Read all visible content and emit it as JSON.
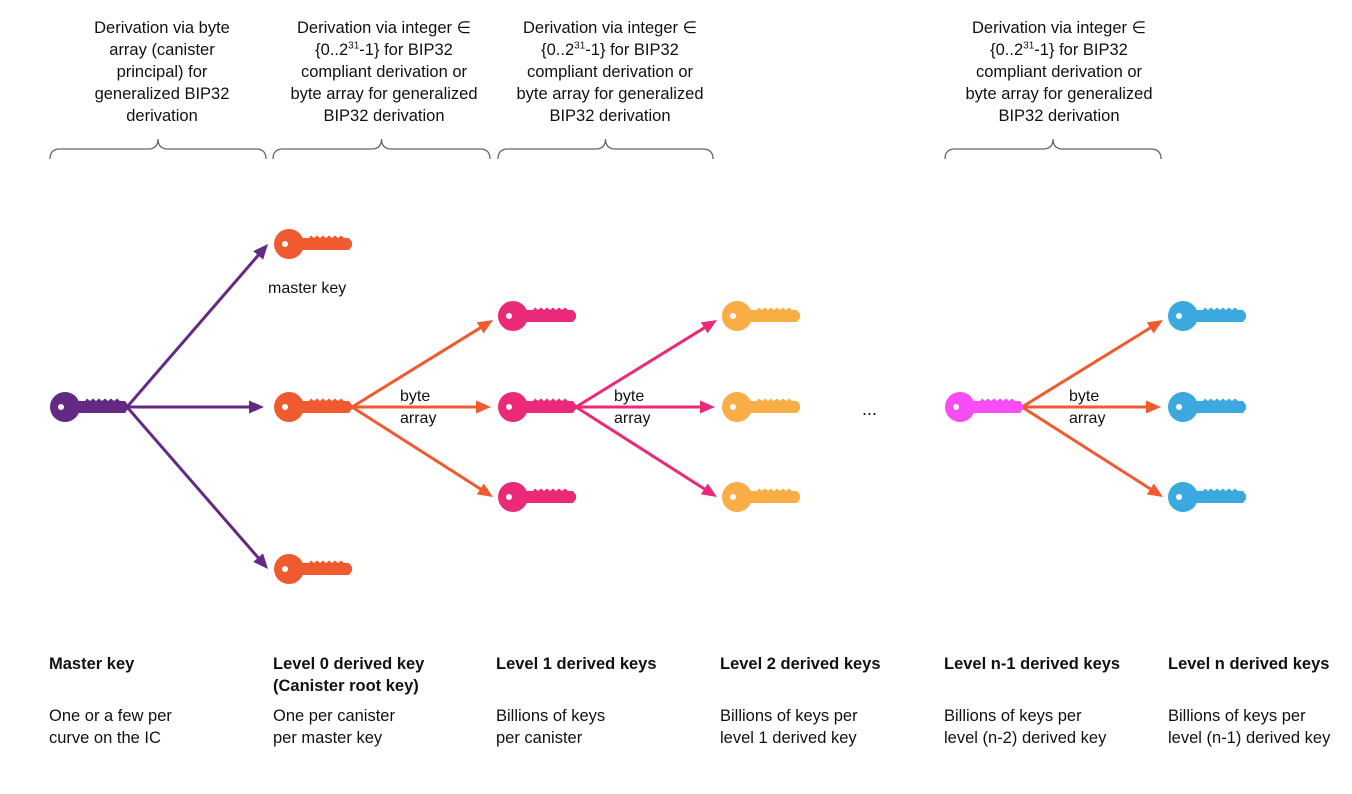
{
  "headers": [
    {
      "lines": [
        "Derivation via byte",
        "array (canister",
        "principal) for",
        "generalized BIP32",
        "derivation"
      ]
    },
    {
      "lines": [
        "Derivation via integer ∈",
        "{0..2|31|-1} for BIP32",
        "compliant derivation or",
        "byte array for generalized",
        "BIP32 derivation"
      ]
    },
    {
      "lines": [
        "Derivation via integer ∈",
        "{0..2|31|-1} for BIP32",
        "compliant derivation or",
        "byte array for generalized",
        "BIP32 derivation"
      ]
    },
    {
      "lines": [
        "Derivation via integer ∈",
        "{0..2|31|-1} for BIP32",
        "compliant derivation or",
        "byte array for generalized",
        "BIP32 derivation"
      ]
    }
  ],
  "labels": {
    "master_key": "master key",
    "byte_array": [
      "byte",
      "array"
    ],
    "ellipsis": "..."
  },
  "columns": [
    {
      "title": [
        "Master key"
      ],
      "desc": [
        "One or a few per",
        "curve on the IC"
      ]
    },
    {
      "title": [
        "Level 0 derived key",
        "(Canister root key)"
      ],
      "desc": [
        "One per canister",
        "per master key"
      ]
    },
    {
      "title": [
        "Level 1 derived keys"
      ],
      "desc": [
        "Billions of keys",
        "per canister"
      ]
    },
    {
      "title": [
        "Level 2 derived keys"
      ],
      "desc": [
        "Billions of keys per",
        "level 1 derived key"
      ]
    },
    {
      "title": [
        "Level n-1 derived keys"
      ],
      "desc": [
        "Billions of keys per",
        "level (n-2) derived key"
      ]
    },
    {
      "title": [
        "Level n derived keys"
      ],
      "desc": [
        "Billions of keys per",
        "level (n-1) derived key"
      ]
    }
  ],
  "colors": {
    "purple": "#622a82",
    "orange": "#ef5a2f",
    "pink": "#ea2a78",
    "amber": "#f8ad45",
    "magenta": "#f84cf5",
    "blue": "#3ba9df",
    "brace": "#666666"
  },
  "icons": {
    "key": "key-icon",
    "arrow": "arrow-icon",
    "brace": "curly-brace-icon"
  }
}
